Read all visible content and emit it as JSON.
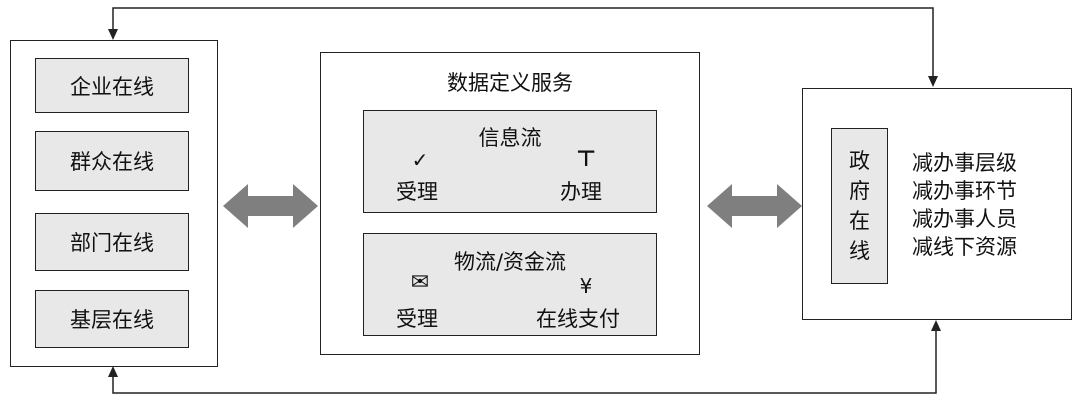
{
  "left_panel": {
    "items": [
      "企业在线",
      "群众在线",
      "部门在线",
      "基层在线"
    ]
  },
  "center_panel": {
    "title": "数据定义服务",
    "info_flow": {
      "title": "信息流",
      "left_label": "受理",
      "right_label": "办理",
      "left_symbol": "✓",
      "right_symbol": "⊤"
    },
    "logistics_flow": {
      "title": "物流/资金流",
      "left_label": "受理",
      "right_label": "在线支付",
      "left_symbol": "✉",
      "right_symbol": "¥"
    }
  },
  "right_panel": {
    "gov_chars": [
      "政",
      "府",
      "在",
      "线"
    ],
    "reductions": [
      "减办事层级",
      "减办事环节",
      "减办事人员",
      "减线下资源"
    ]
  }
}
